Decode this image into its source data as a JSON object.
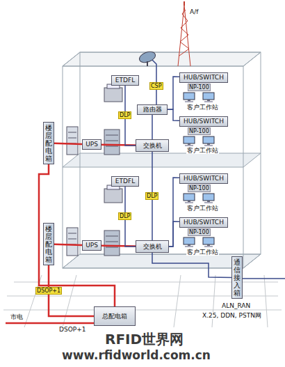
{
  "diagram": {
    "nodes": [
      {
        "text": [
          "楼层配电箱"
        ]
      },
      {
        "text": [
          "UPS"
        ]
      },
      {
        "text": [
          "交换机"
        ]
      },
      {
        "text": [
          "路由器"
        ]
      },
      {
        "text": [
          "HUB/SWITCH"
        ]
      },
      {
        "text": [
          "HUB/SWITCH"
        ]
      },
      {
        "text": [
          "ETDFL"
        ]
      },
      {
        "text": [
          "楼层配电箱"
        ]
      },
      {
        "text": [
          "UPS"
        ]
      },
      {
        "text": [
          "交换机"
        ]
      },
      {
        "text": [
          "HUB/SWITCH"
        ]
      },
      {
        "text": [
          "HUB/SWITCH"
        ]
      },
      {
        "text": [
          "ETDFL"
        ]
      },
      {
        "text": [
          "总配电箱"
        ]
      },
      {
        "text": [
          "通信接入箱"
        ]
      }
    ],
    "edges": [
      {
        "from": 0,
        "to": 1,
        "arrow": "none"
      },
      {
        "from": 1,
        "to": 2,
        "arrow": "none"
      },
      {
        "from": 6,
        "to": 2,
        "label": "DLP",
        "arrow": "none"
      },
      {
        "from": 3,
        "to": 2,
        "arrow": "none"
      },
      {
        "from": 3,
        "to": 4,
        "arrow": "none"
      },
      {
        "from": 3,
        "to": 5,
        "arrow": "none"
      },
      {
        "from": 2,
        "to": 9,
        "label": "DLP",
        "arrow": "none"
      },
      {
        "from": 7,
        "to": 8,
        "arrow": "none"
      },
      {
        "from": 8,
        "to": 9,
        "arrow": "none"
      },
      {
        "from": 12,
        "to": 9,
        "label": "DLP",
        "arrow": "none"
      },
      {
        "from": 9,
        "to": 10,
        "arrow": "none"
      },
      {
        "from": 9,
        "to": 11,
        "arrow": "none"
      },
      {
        "from": 13,
        "to": 7,
        "label": "DSOP+1",
        "arrow": "none"
      },
      {
        "from": 13,
        "to": 0,
        "arrow": "none"
      },
      {
        "from": 14,
        "to": 9,
        "arrow": "none"
      }
    ],
    "labels": [
      "A/f",
      "CSP",
      "NP-100",
      "客户工作站",
      "NP-100",
      "客户工作站",
      "NP-100",
      "客户工作站",
      "NP-100",
      "客户工作站",
      "市电",
      "DSOP+1",
      "ALN_RAN",
      "X.25, DDN, PSTN网",
      "RFID世界网",
      "www.rfidworld.com.cn"
    ]
  }
}
